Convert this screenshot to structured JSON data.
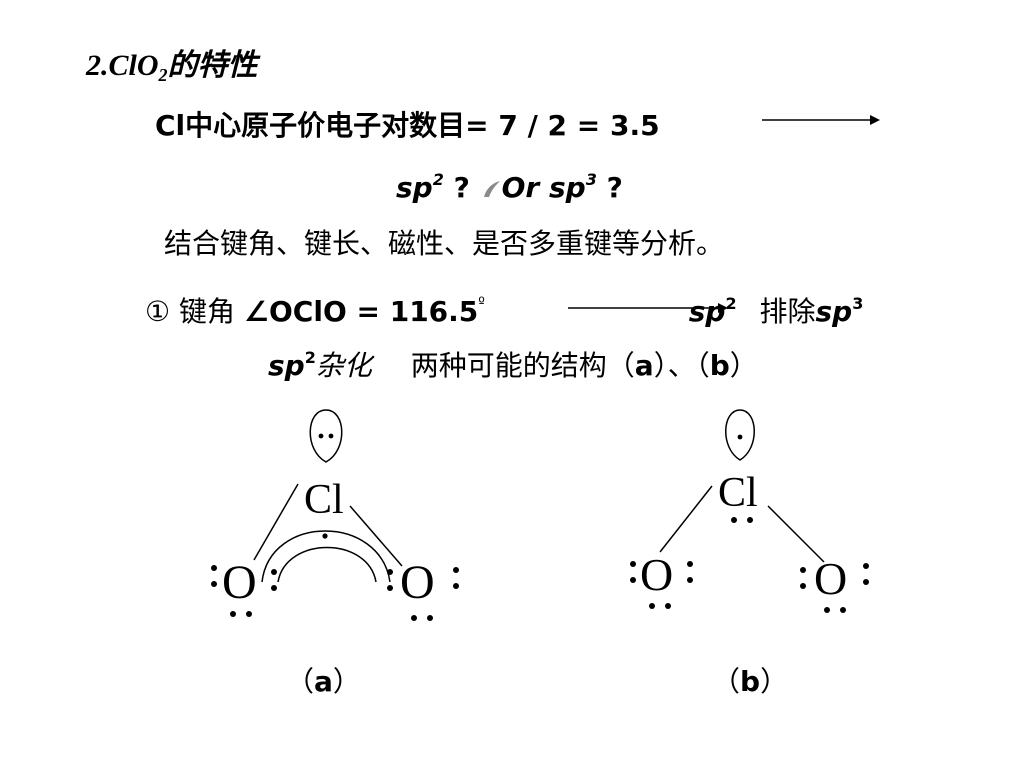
{
  "title": {
    "main": "2.ClO",
    "sub": "2",
    "suffix": "的特性"
  },
  "line1": {
    "text": "Cl中心原子价电子对数目= 7 / 2 = 3.5"
  },
  "line2": {
    "sp": "sp",
    "sup2": "2",
    "q1": "?",
    "or": "Or sp",
    "sup3": "3",
    "q2": "?"
  },
  "line3": {
    "text": "结合键角、键长、磁性、是否多重键等分析。"
  },
  "line4": {
    "prefix": "① 键角 ",
    "angle": "∠OClO = 116.5",
    "degree": "º",
    "sp": "sp",
    "sup2": "2",
    "exclude": "排除",
    "sp3": "sp",
    "sup3": "3"
  },
  "line5": {
    "sp": "sp",
    "sup2": "2",
    "hybrid": "杂化",
    "desc": "两种可能的结构（",
    "a": "a",
    "mid": "）、（",
    "b": "b",
    "end": "）"
  },
  "structures": {
    "a": {
      "central": "Cl",
      "left": "O",
      "right": "O",
      "caption_open": "（",
      "caption_label": "a",
      "caption_close": "）"
    },
    "b": {
      "central": "Cl",
      "left": "O",
      "right": "O",
      "caption_open": "（",
      "caption_label": "b",
      "caption_close": "）"
    }
  },
  "colors": {
    "text": "#000000",
    "background": "#ffffff",
    "icon": "#888888"
  }
}
